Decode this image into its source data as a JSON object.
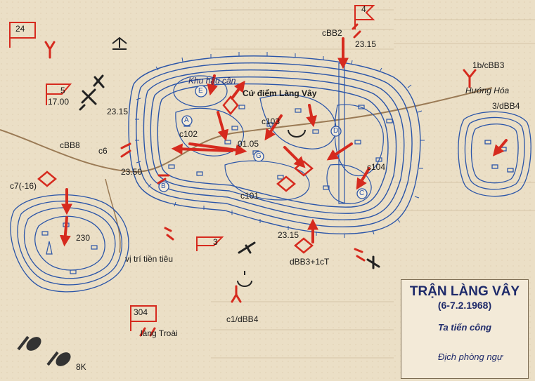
{
  "legend": {
    "title": "TRẬN LÀNG VÂY",
    "dates": "(6-7.2.1968)",
    "attack": "Ta tiến công",
    "defense": "Địch phòng ngự",
    "colors": {
      "attack": "#d62a1e",
      "defense": "#2b55a8",
      "terrain": "#9a7a55"
    }
  },
  "labels": {
    "khu_hau_can": "Khu hậu cần",
    "cu_diem": "Cứ điểm Làng Vây",
    "huong_hoa": "Hướng Hóa",
    "vi_tri_tien_tieu": "vị trí tiền tiêu",
    "lang_troai": "làng Troài",
    "cBB2": "cBB2",
    "cBB8": "cBB8",
    "c6": "c6",
    "c7": "c7(-16)",
    "c1_dBB4": "c1/dBB4",
    "dBB3_1cT": "dBB3+1cT",
    "b1_cBB3": "1b/cBB3",
    "d3_dBB4": "3/dBB4",
    "c101": "c101",
    "c102": "c102",
    "c103": "c103",
    "c104": "c104",
    "t_2315_a": "23.15",
    "t_2315_b": "23.15",
    "t_2315_c": "23.15",
    "t_2350": "23.50",
    "t_1700": "17.00",
    "t_0105": "01.05",
    "n_24": "24",
    "n_5": "5",
    "n_4": "4",
    "n_3": "3",
    "n_304": "304",
    "h_230": "230",
    "k_8k": "8K",
    "pt_A": "A",
    "pt_B": "B",
    "pt_C": "C",
    "pt_D": "D",
    "pt_E": "E",
    "pt_G": "G"
  },
  "icons": [
    "attack-arrow-icon",
    "defense-post-icon",
    "artillery-icon",
    "tank-icon",
    "flag-icon",
    "helicopter-icon",
    "mortar-icon"
  ]
}
